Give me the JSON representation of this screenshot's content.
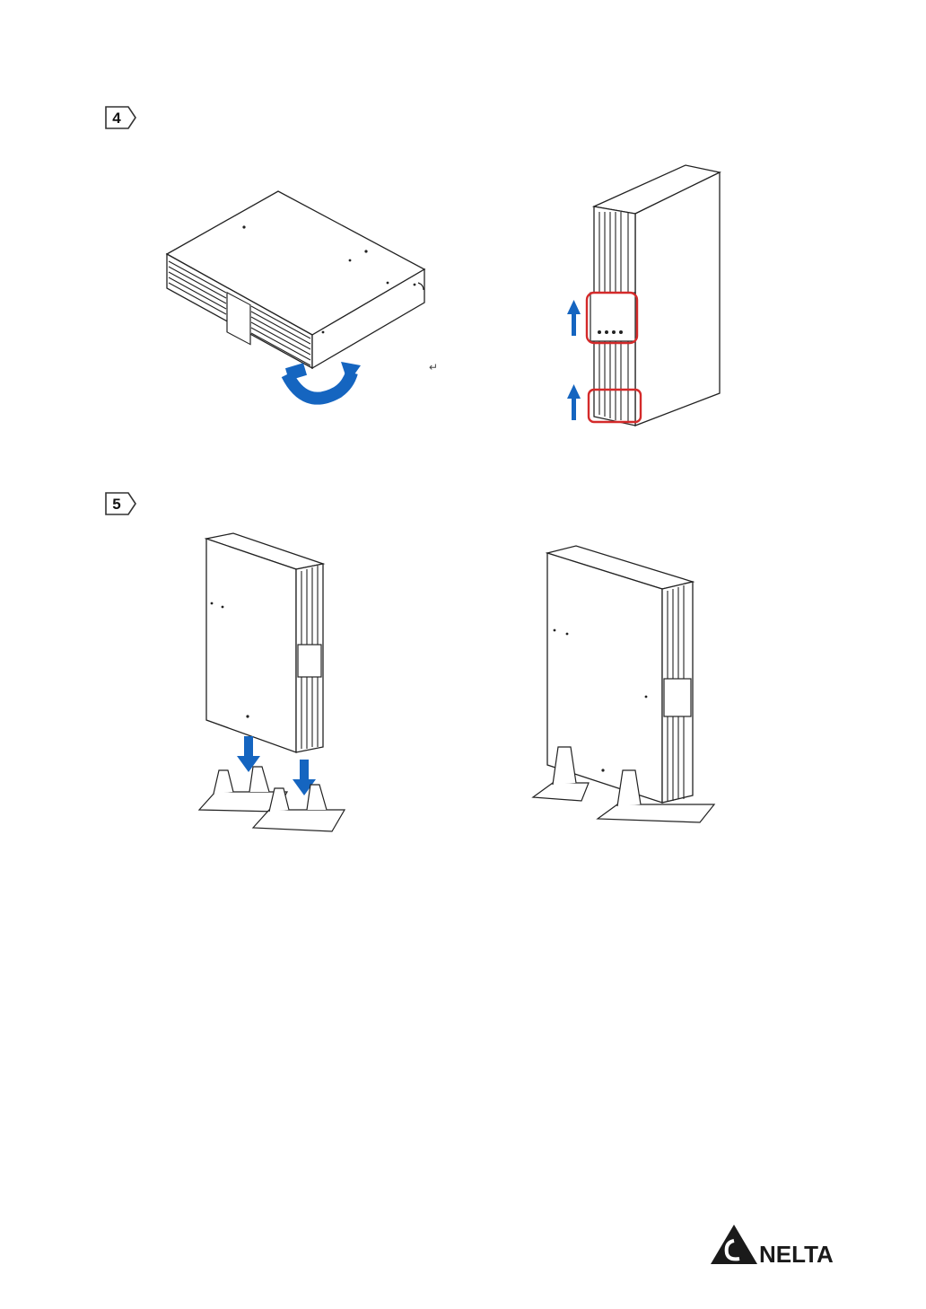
{
  "steps": [
    {
      "number": "4"
    },
    {
      "number": "5"
    }
  ],
  "figures": {
    "step4_left": "ups-rotate-icon",
    "step4_right": "ups-tower-remove-panel-icon",
    "step5_left": "ups-lower-onto-stands-icon",
    "step5_right": "ups-on-stands-icon"
  },
  "return_mark": "↵",
  "brand": {
    "name": "NELTA",
    "color": "#1a1a1a"
  },
  "colors": {
    "arrow": "#1565c0",
    "highlight": "#d42a2a",
    "line": "#222222"
  }
}
